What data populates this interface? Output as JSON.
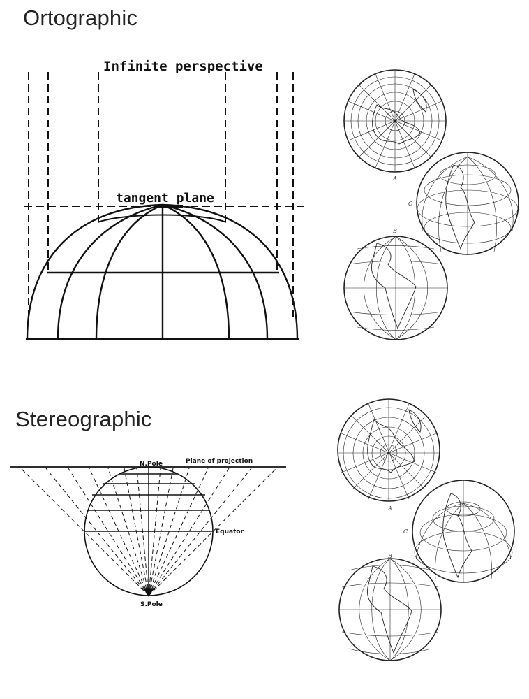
{
  "titles": {
    "orthographic": "Ortographic",
    "stereographic": "Stereographic"
  },
  "orthographic_diagram": {
    "label_top": "Infinite perspective",
    "label_plane": "tangent plane"
  },
  "stereographic_diagram": {
    "label_npole": "N.Pole",
    "label_plane": "Plane of projection",
    "label_equator": "Equator",
    "label_spole": "S.Pole"
  },
  "orthographic_globes": {
    "a": "A",
    "b": "B",
    "c": "C"
  },
  "stereographic_globes": {
    "a": "A",
    "b": "B",
    "c": "C"
  }
}
